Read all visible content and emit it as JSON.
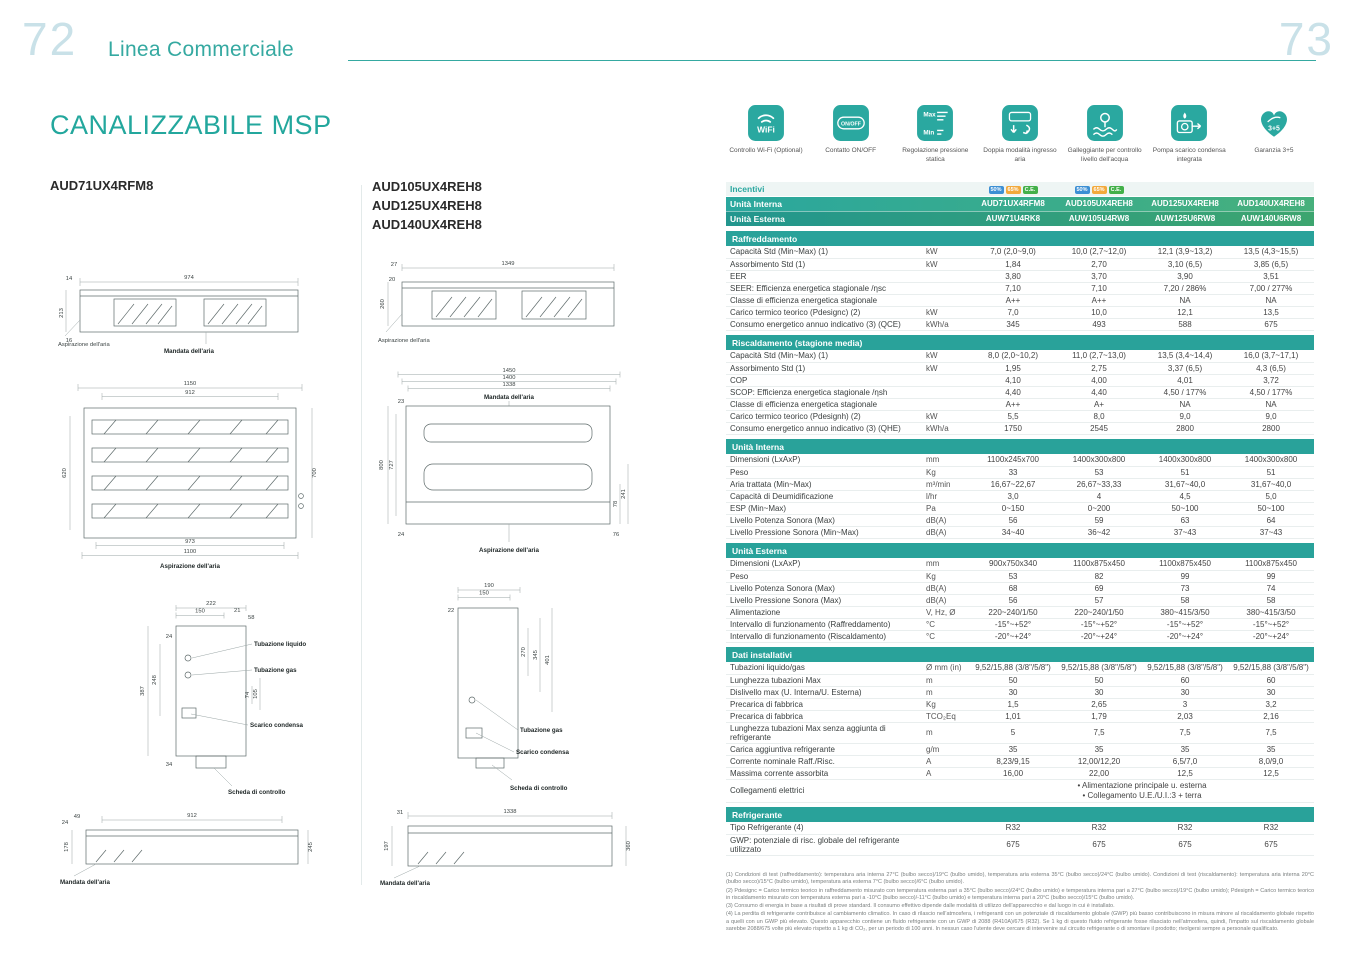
{
  "page": {
    "number_left": "72",
    "number_right": "73",
    "header_title": "Linea Commerciale",
    "section_title": "CANALIZZABILE MSP"
  },
  "models": {
    "left_single": "AUD71UX4RFM8",
    "right_group": [
      "AUD105UX4REH8",
      "AUD125UX4REH8",
      "AUD140UX4REH8"
    ]
  },
  "features": [
    {
      "icon": "wifi-icon",
      "glyph": "WiFi",
      "label": "Controllo Wi-Fi (Optional)"
    },
    {
      "icon": "onoff-icon",
      "glyph": "ON/OFF",
      "label": "Contatto ON/OFF"
    },
    {
      "icon": "static-pressure-icon",
      "glyph": "Max|Min",
      "label": "Regolazione pressione statica"
    },
    {
      "icon": "dual-air-inlet-icon",
      "glyph": "",
      "label": "Doppia modalità ingresso aria"
    },
    {
      "icon": "float-icon",
      "glyph": "",
      "label": "Galleggiante per controllo livello dell'acqua"
    },
    {
      "icon": "pump-icon",
      "glyph": "",
      "label": "Pompa scarico condensa integrata"
    },
    {
      "icon": "warranty-icon",
      "glyph": "3+5",
      "label": "Garanzia 3+5"
    }
  ],
  "table": {
    "header": {
      "incentivi": "Incentivi",
      "badges": [
        "50%",
        "65%",
        "C.E."
      ],
      "badge_colors": [
        "#3c8fd4",
        "#f2a93b",
        "#43b049"
      ],
      "badge_columns": [
        true,
        true,
        false,
        false
      ],
      "unita_interna": "Unità Interna",
      "interna_models": [
        "AUD71UX4RFM8",
        "AUD105UX4REH8",
        "AUD125UX4REH8",
        "AUD140UX4REH8"
      ],
      "unita_esterna": "Unità Esterna",
      "esterna_models": [
        "AUW71U4RK8",
        "AUW105U4RW8",
        "AUW125U6RW8",
        "AUW140U6RW8"
      ]
    },
    "sections": [
      {
        "title": "Raffreddamento",
        "rows": [
          {
            "label": "Capacità Std (Min~Max) (1)",
            "unit": "kW",
            "values": [
              "7,0 (2,0~9,0)",
              "10,0 (2,7~12,0)",
              "12,1 (3,9~13,2)",
              "13,5 (4,3~15,5)"
            ]
          },
          {
            "label": "Assorbimento Std (1)",
            "unit": "kW",
            "values": [
              "1,84",
              "2,70",
              "3,10 (6,5)",
              "3,85 (6,5)"
            ]
          },
          {
            "label": "EER",
            "unit": "",
            "values": [
              "3,80",
              "3,70",
              "3,90",
              "3,51"
            ]
          },
          {
            "label": "SEER: Efficienza energetica stagionale /ηsc",
            "unit": "",
            "values": [
              "7,10",
              "7,10",
              "7,20 / 286%",
              "7,00 / 277%"
            ]
          },
          {
            "label": "Classe di efficienza energetica stagionale",
            "unit": "",
            "values": [
              "A++",
              "A++",
              "NA",
              "NA"
            ]
          },
          {
            "label": "Carico termico teorico (Pdesignc) (2)",
            "unit": "kW",
            "values": [
              "7,0",
              "10,0",
              "12,1",
              "13,5"
            ]
          },
          {
            "label": "Consumo energetico annuo indicativo (3) (QCE)",
            "unit": "kWh/a",
            "values": [
              "345",
              "493",
              "588",
              "675"
            ]
          }
        ]
      },
      {
        "title": "Riscaldamento (stagione media)",
        "rows": [
          {
            "label": "Capacità Std (Min~Max) (1)",
            "unit": "kW",
            "values": [
              "8,0 (2,0~10,2)",
              "11,0 (2,7~13,0)",
              "13,5 (3,4~14,4)",
              "16,0 (3,7~17,1)"
            ]
          },
          {
            "label": "Assorbimento Std (1)",
            "unit": "kW",
            "values": [
              "1,95",
              "2,75",
              "3,37 (6,5)",
              "4,3 (6,5)"
            ]
          },
          {
            "label": "COP",
            "unit": "",
            "values": [
              "4,10",
              "4,00",
              "4,01",
              "3,72"
            ]
          },
          {
            "label": "SCOP: Efficienza energetica stagionale /ηsh",
            "unit": "",
            "values": [
              "4,40",
              "4,40",
              "4,50 / 177%",
              "4,50 / 177%"
            ]
          },
          {
            "label": "Classe di efficienza energetica stagionale",
            "unit": "",
            "values": [
              "A++",
              "A+",
              "NA",
              "NA"
            ]
          },
          {
            "label": "Carico termico teorico (Pdesignh) (2)",
            "unit": "kW",
            "values": [
              "5,5",
              "8,0",
              "9,0",
              "9,0"
            ]
          },
          {
            "label": "Consumo energetico annuo indicativo (3) (QHE)",
            "unit": "kWh/a",
            "values": [
              "1750",
              "2545",
              "2800",
              "2800"
            ]
          }
        ]
      },
      {
        "title": "Unità Interna",
        "rows": [
          {
            "label": "Dimensioni (LxAxP)",
            "unit": "mm",
            "values": [
              "1100x245x700",
              "1400x300x800",
              "1400x300x800",
              "1400x300x800"
            ]
          },
          {
            "label": "Peso",
            "unit": "Kg",
            "values": [
              "33",
              "53",
              "51",
              "51"
            ]
          },
          {
            "label": "Aria trattata (Min~Max)",
            "unit": "m³/min",
            "values": [
              "16,67~22,67",
              "26,67~33,33",
              "31,67~40,0",
              "31,67~40,0"
            ]
          },
          {
            "label": "Capacità di Deumidificazione",
            "unit": "l/hr",
            "values": [
              "3,0",
              "4",
              "4,5",
              "5,0"
            ]
          },
          {
            "label": "ESP (Min~Max)",
            "unit": "Pa",
            "values": [
              "0~150",
              "0~200",
              "50~100",
              "50~100"
            ]
          },
          {
            "label": "Livello Potenza Sonora (Max)",
            "unit": "dB(A)",
            "values": [
              "56",
              "59",
              "63",
              "64"
            ]
          },
          {
            "label": "Livello Pressione Sonora (Min~Max)",
            "unit": "dB(A)",
            "values": [
              "34~40",
              "36~42",
              "37~43",
              "37~43"
            ]
          }
        ]
      },
      {
        "title": "Unità Esterna",
        "rows": [
          {
            "label": "Dimensioni (LxAxP)",
            "unit": "mm",
            "values": [
              "900x750x340",
              "1100x875x450",
              "1100x875x450",
              "1100x875x450"
            ]
          },
          {
            "label": "Peso",
            "unit": "Kg",
            "values": [
              "53",
              "82",
              "99",
              "99"
            ]
          },
          {
            "label": "Livello Potenza Sonora (Max)",
            "unit": "dB(A)",
            "values": [
              "68",
              "69",
              "73",
              "74"
            ]
          },
          {
            "label": "Livello Pressione Sonora (Max)",
            "unit": "dB(A)",
            "values": [
              "56",
              "57",
              "58",
              "58"
            ]
          },
          {
            "label": "Alimentazione",
            "unit": "V, Hz, Ø",
            "values": [
              "220~240/1/50",
              "220~240/1/50",
              "380~415/3/50",
              "380~415/3/50"
            ]
          },
          {
            "label": "Intervallo di funzionamento (Raffreddamento)",
            "unit": "°C",
            "values": [
              "-15°~+52°",
              "-15°~+52°",
              "-15°~+52°",
              "-15°~+52°"
            ]
          },
          {
            "label": "Intervallo di funzionamento (Riscaldamento)",
            "unit": "°C",
            "values": [
              "-20°~+24°",
              "-20°~+24°",
              "-20°~+24°",
              "-20°~+24°"
            ]
          }
        ]
      },
      {
        "title": "Dati installativi",
        "rows": [
          {
            "label": "Tubazioni liquido/gas",
            "unit": "Ø mm (in)",
            "values": [
              "9,52/15,88 (3/8\"/5/8\")",
              "9,52/15,88 (3/8\"/5/8\")",
              "9,52/15,88 (3/8\"/5/8\")",
              "9,52/15,88 (3/8\"/5/8\")"
            ]
          },
          {
            "label": "Lunghezza tubazioni Max",
            "unit": "m",
            "values": [
              "50",
              "50",
              "60",
              "60"
            ]
          },
          {
            "label": "Dislivello max (U. Interna/U. Esterna)",
            "unit": "m",
            "values": [
              "30",
              "30",
              "30",
              "30"
            ]
          },
          {
            "label": "Precarica di fabbrica",
            "unit": "Kg",
            "values": [
              "1,5",
              "2,65",
              "3",
              "3,2"
            ]
          },
          {
            "label": "Precarica di fabbrica",
            "unit": "TCO₂Eq",
            "values": [
              "1,01",
              "1,79",
              "2,03",
              "2,16"
            ]
          },
          {
            "label": "Lunghezza tubazioni Max senza aggiunta di refrigerante",
            "unit": "m",
            "values": [
              "5",
              "7,5",
              "7,5",
              "7,5"
            ]
          },
          {
            "label": "Carica aggiuntiva refrigerante",
            "unit": "g/m",
            "values": [
              "35",
              "35",
              "35",
              "35"
            ]
          },
          {
            "label": "Corrente nominale Raff./Risc.",
            "unit": "A",
            "values": [
              "8,23/9,15",
              "12,00/12,20",
              "6,5/7,0",
              "8,0/9,0"
            ]
          },
          {
            "label": "Massima corrente assorbita",
            "unit": "A",
            "values": [
              "16,00",
              "22,00",
              "12,5",
              "12,5"
            ]
          },
          {
            "label": "Collegamenti elettrici",
            "unit": "",
            "span_lines": [
              "• Alimentazione principale u. esterna",
              "• Collegamento U.E./U.I.:3 + terra"
            ]
          }
        ]
      },
      {
        "title": "Refrigerante",
        "rows": [
          {
            "label": "Tipo Refrigerante (4)",
            "unit": "",
            "values": [
              "R32",
              "R32",
              "R32",
              "R32"
            ]
          },
          {
            "label": "GWP: potenziale di risc. globale del refrigerante utilizzato",
            "unit": "",
            "values": [
              "675",
              "675",
              "675",
              "675"
            ]
          }
        ]
      }
    ],
    "footnotes": [
      "(1) Condizioni di test (raffreddamento): temperatura aria interna 27°C (bulbo secco)/19°C (bulbo umido), temperatura aria esterna 35°C (bulbo secco)/24°C (bulbo umido). Condizioni di test (riscaldamento): temperatura aria interna 20°C (bulbo secco)/15°C (bulbo umido), temperatura aria esterna 7°C (bulbo secco)/6°C (bulbo umido).",
      "(2) Pdesignc = Carico termico teorico in raffreddamento misurato con temperatura esterna pari a 35°C (bulbo secco)/24°C (bulbo umido) e temperatura interna pari a 27°C (bulbo secco)/19°C (bulbo umido); Pdesignh = Carico termico teorico in riscaldamento misurato con temperatura esterna pari a -10°C (bulbo secco)/-11°C (bulbo umido) e temperatura interna pari a 20°C (bulbo secco)/15°C (bulbo umido).",
      "(3) Consumo di energia in base a risultati di prove standard. Il consumo effettivo dipende dalle modalità di utilizzo dell'apparecchio e dal luogo in cui è installato.",
      "(4) La perdita di refrigerante contribuisce al cambiamento climatico. In caso di rilascio nell'atmosfera, i refrigeranti con un potenziale di riscaldamento globale (GWP) più basso contribuiscono in misura minore al riscaldamento globale rispetto a quelli con un GWP più elevato. Questo apparecchio contiene un fluido refrigerante con un GWP di 2088 (R410A)/675 (R32). Se 1 kg di questo fluido refrigerante fosse rilasciato nell'atmosfera, quindi, l'impatto sul riscaldamento globale sarebbe 2088/675 volte più elevato rispetto a 1 kg di CO₂, per un periodo di 100 anni. In nessun caso l'utente deve cercare di intervenire sul circuito refrigerante o di smontare il prodotto; rivolgersi sempre a personale qualificato."
    ]
  },
  "drawings": {
    "l_top": {
      "d14": "14",
      "d974": "974",
      "d213": "213",
      "d16": "16",
      "aspirazione": "Aspirazione dell'aria",
      "mandata": "Mandata dell'aria"
    },
    "l_front": {
      "d1150": "1150",
      "d912": "912",
      "d620": "620",
      "d700": "700",
      "d973": "973",
      "d1100": "1100",
      "aspirazione": "Aspirazione dell'aria"
    },
    "l_side": {
      "d222": "222",
      "d150": "150",
      "d21": "21",
      "d58": "58",
      "d24": "24",
      "d248": "248",
      "d387": "387",
      "d74": "74",
      "d105": "105",
      "d34": "34",
      "tub_liq": "Tubazione liquido",
      "tub_gas": "Tubazione gas",
      "scarico": "Scarico condensa",
      "scheda": "Scheda di controllo"
    },
    "l_bottom": {
      "d49": "49",
      "d24": "24",
      "d912": "912",
      "d178": "178",
      "d245": "245",
      "mandata": "Mandata dell'aria"
    },
    "r_top": {
      "d27": "27",
      "d1349": "1349",
      "d20": "20",
      "d260": "260",
      "aspirazione": "Aspirazione dell'aria"
    },
    "r_front": {
      "d1450": "1450",
      "d1400": "1400",
      "d1338": "1338",
      "d23": "23",
      "d800": "800",
      "d727": "727",
      "d78": "78",
      "d241": "241",
      "d24": "24",
      "d76": "76",
      "mandata": "Mandata dell'aria",
      "aspirazione": "Aspirazione dell'aria"
    },
    "r_side": {
      "d190": "190",
      "d150": "150",
      "d22": "22",
      "d270": "270",
      "d345": "345",
      "d401": "401",
      "tub_gas": "Tubazione gas",
      "scarico": "Scarico condensa",
      "scheda": "Scheda di controllo"
    },
    "r_bottom": {
      "d31": "31",
      "d1338": "1338",
      "d197": "197",
      "d360": "360",
      "mandata": "Mandata dell'aria"
    }
  }
}
